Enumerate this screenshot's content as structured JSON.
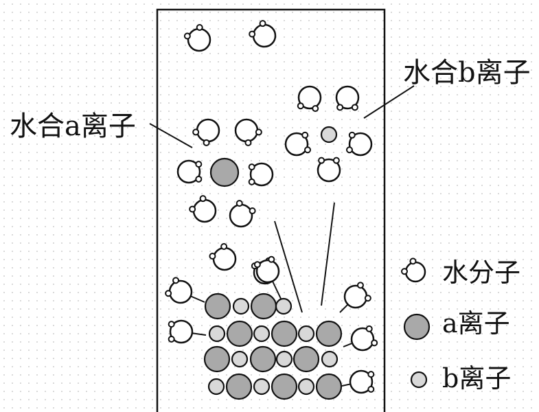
{
  "labels": {
    "hydrated_a": "水合a离子",
    "hydrated_b": "水合b离子"
  },
  "legend": [
    {
      "symbol": "water-molecule",
      "text": "水分子"
    },
    {
      "symbol": "a-ion",
      "text": "a离子"
    },
    {
      "symbol": "b-ion",
      "text": "b离子"
    }
  ],
  "colors": {
    "a_ion": "#a9a9a9",
    "b_ion": "#d9d9d9",
    "water": "#ffffff",
    "stroke": "#111111"
  }
}
